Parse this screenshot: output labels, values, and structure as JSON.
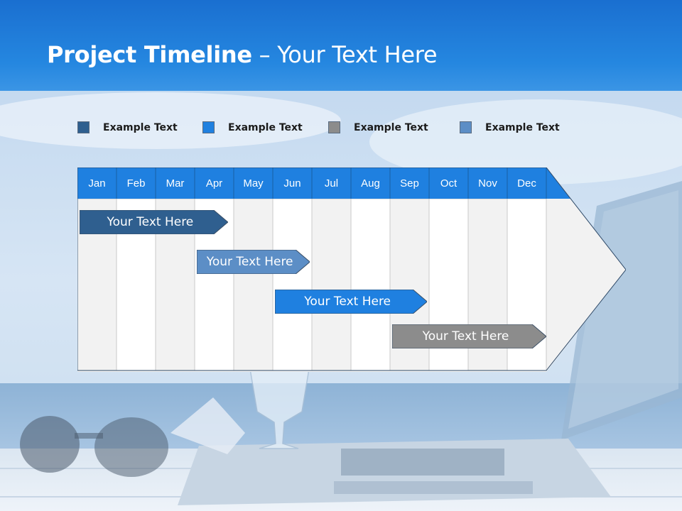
{
  "header": {
    "title_bold": "Project Timeline",
    "title_rest": " – Your Text Here"
  },
  "colors": {
    "header_blue": "#1a6fd0",
    "month_header": "#1f80e0",
    "legend": [
      "#2f5f8f",
      "#1f80e0",
      "#8c8c8c",
      "#5c8ec6"
    ]
  },
  "legend": [
    {
      "label": "Example Text",
      "color": "#2f5f8f"
    },
    {
      "label": "Example Text",
      "color": "#1f80e0"
    },
    {
      "label": "Example Text",
      "color": "#8c8c8c"
    },
    {
      "label": "Example Text",
      "color": "#5c8ec6"
    }
  ],
  "timeline": {
    "months": [
      "Jan",
      "Feb",
      "Mar",
      "Apr",
      "May",
      "Jun",
      "Jul",
      "Aug",
      "Sep",
      "Oct",
      "Nov",
      "Dec"
    ],
    "tasks": [
      {
        "label": "Your  Text Here",
        "start": 0,
        "end": 3.85,
        "color": "#2f5f8f"
      },
      {
        "label": "Your  Text Here",
        "start": 3,
        "end": 5.95,
        "color": "#5c8ec6"
      },
      {
        "label": "Your  Text Here",
        "start": 5,
        "end": 8.95,
        "color": "#1f80e0"
      },
      {
        "label": "Your  Text Here",
        "start": 8,
        "end": 12,
        "color": "#8c8c8c"
      }
    ]
  }
}
